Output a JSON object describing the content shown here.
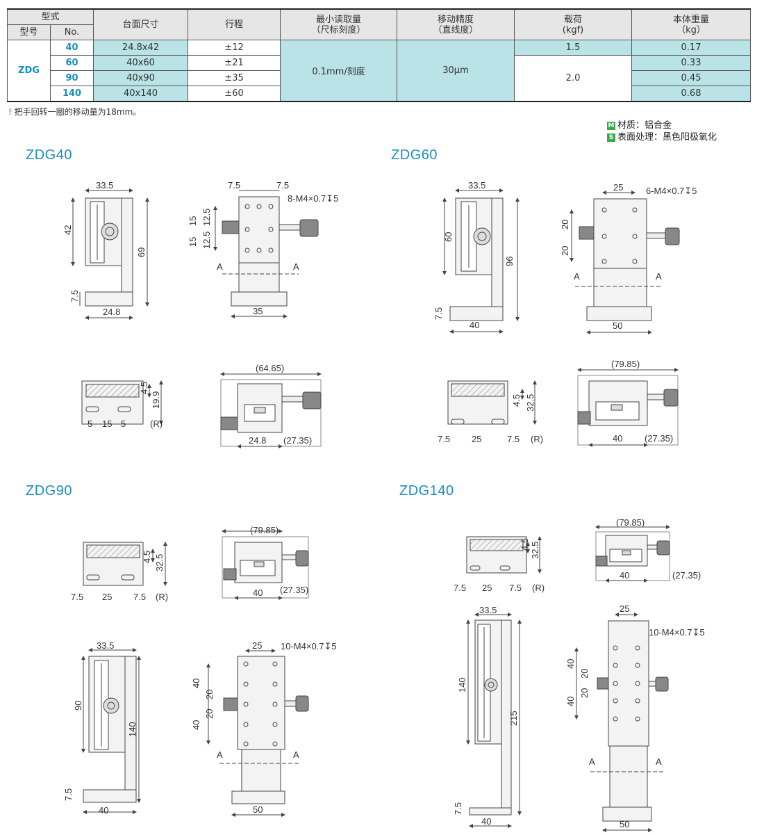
{
  "table": {
    "header": {
      "type_group": "型式",
      "model": "型号",
      "no": "No.",
      "table_size": "台面尺寸",
      "stroke": "行程",
      "min_read": "最小读取量",
      "min_read_sub": "（尺标刻度）",
      "accuracy": "移动精度",
      "accuracy_sub": "（直线度）",
      "load": "载荷",
      "load_unit": "(kgf)",
      "weight": "本体重量",
      "weight_unit": "（kg）"
    },
    "model": "ZDG",
    "rows": [
      {
        "no": "40",
        "size": "24.8x42",
        "stroke": "±12",
        "weight": "0.17"
      },
      {
        "no": "60",
        "size": "40x60",
        "stroke": "±21",
        "weight": "0.33"
      },
      {
        "no": "90",
        "size": "40x90",
        "stroke": "±35",
        "weight": "0.45"
      },
      {
        "no": "140",
        "size": "40x140",
        "stroke": "±60",
        "weight": "0.68"
      }
    ],
    "min_read_value": "0.1mm/刻度",
    "accuracy_value": "30μm",
    "load_a": "1.5",
    "load_b": "2.0"
  },
  "note": {
    "icon": "!",
    "text": "把手回转一圈的移动量为18mm。"
  },
  "legend": {
    "m_tag": "M",
    "material": "材质：铝合金",
    "s_tag": "S",
    "surface": "表面处理：黑色阳极氧化"
  },
  "sections": {
    "zdg40": "ZDG40",
    "zdg60": "ZDG60",
    "zdg90": "ZDG90",
    "zdg140": "ZDG140"
  },
  "dims": {
    "d40": {
      "w": "33.5",
      "h": "42",
      "tot": "69",
      "base": "7.5",
      "bw": "24.8",
      "p1": "7.5",
      "p2": "7.5",
      "holes": "8-M4×0.7↧5",
      "v1": "15",
      "v2": "15",
      "v3": "12.5",
      "v4": "12.5",
      "fw": "35",
      "sec": "A",
      "sh1": "4.5",
      "sh2": "19.9",
      "sl1": "5",
      "sl2": "15",
      "sl3": "5",
      "r": "(R)",
      "ow": "(64.65)",
      "ob": "24.8",
      "ot": "(27.35)"
    },
    "d60": {
      "w": "33.5",
      "h": "60",
      "tot": "96",
      "base": "7.5",
      "bw": "40",
      "p": "25",
      "holes": "6-M4×0.7↧5",
      "v1": "20",
      "v2": "20",
      "fw": "50",
      "sec": "A",
      "sh1": "4.5",
      "sh2": "32.5",
      "sl1": "7.5",
      "sl2": "25",
      "sl3": "7.5",
      "r": "(R)",
      "ow": "(79.85)",
      "ob": "40",
      "ot": "(27.35)"
    },
    "d90": {
      "sh1": "4.5",
      "sh2": "32.5",
      "sl1": "7.5",
      "sl2": "25",
      "sl3": "7.5",
      "r": "(R)",
      "ow": "(79.85)",
      "ob": "40",
      "ot": "(27.35)",
      "w": "33.5",
      "h": "90",
      "tot": "140",
      "base": "7.5",
      "bw": "40",
      "p": "25",
      "holes": "10-M4×0.7↧5",
      "v1": "40",
      "v2": "20",
      "v3": "20",
      "v4": "40",
      "fw": "50",
      "sec": "A"
    },
    "d140": {
      "sh1": "4.5",
      "sh2": "32.5",
      "sl1": "7.5",
      "sl2": "25",
      "sl3": "7.5",
      "r": "(R)",
      "ow": "(79.85)",
      "ob": "40",
      "ot": "(27.35)",
      "w": "33.5",
      "h": "140",
      "tot": "215",
      "base": "7.5",
      "bw": "40",
      "p": "25",
      "holes": "10-M4×0.7↧5",
      "v1": "40",
      "v2": "20",
      "v3": "20",
      "v4": "40",
      "fw": "50",
      "sec": "A"
    }
  }
}
